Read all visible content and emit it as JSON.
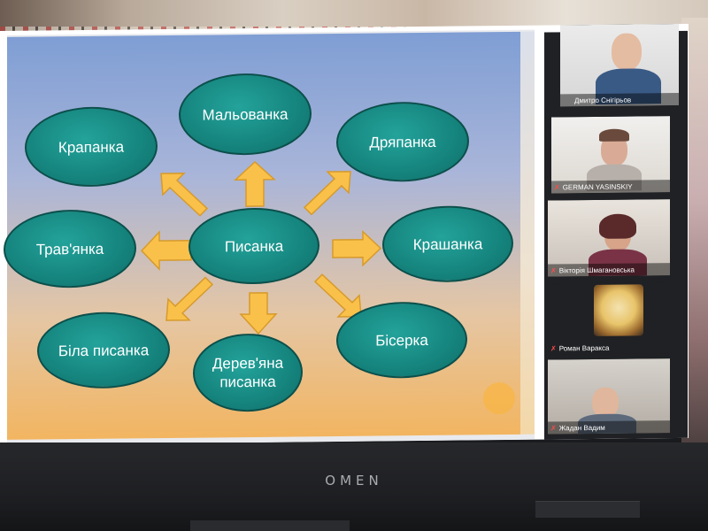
{
  "slide": {
    "center": "Писанка",
    "nodes": {
      "top": "Мальованка",
      "top_left": "Крапанка",
      "top_right": "Дряпанка",
      "left": "Трав'янка",
      "right": "Крашанка",
      "bottom_left": "Біла писанка",
      "bottom": "Дерев'яна писанка",
      "bottom_right": "Бісерка"
    }
  },
  "participants": [
    {
      "name": "Дмитро Снігірьов",
      "muted": false
    },
    {
      "name": "GERMAN YASINSKIY",
      "muted": true
    },
    {
      "name": "Вікторія Шмагановська",
      "muted": true
    },
    {
      "name": "Роман Варакса",
      "muted": true
    },
    {
      "name": "Жадан Вадим",
      "muted": true
    }
  ],
  "laptop": {
    "brand": "OMEN"
  },
  "colors": {
    "node_fill": "#15847d",
    "arrow_fill": "#f9c14a",
    "panel_bg": "#202124",
    "muted_icon": "#ff4b4b"
  },
  "icons": {
    "muted": "mic-off-icon"
  }
}
